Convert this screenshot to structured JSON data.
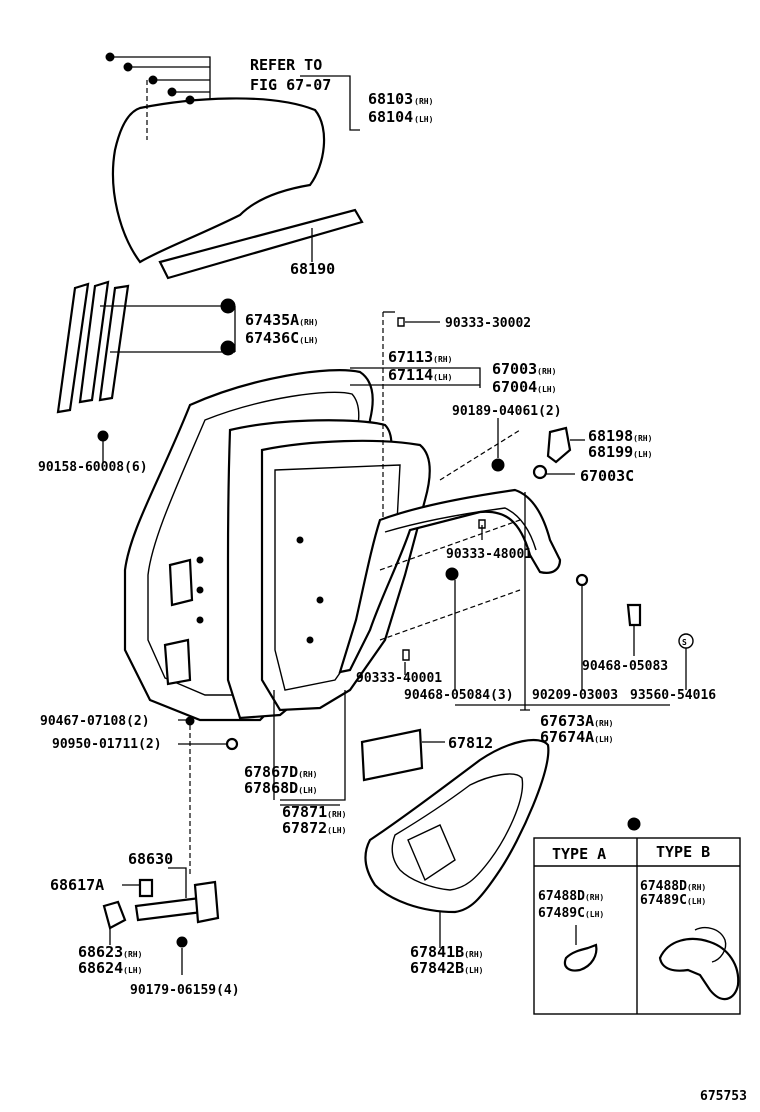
{
  "diagram": {
    "refer_line1": "REFER TO",
    "refer_line2": "FIG 67-07",
    "figure_id": "675753",
    "labels": {
      "p68103": "68103",
      "p68104": "68104",
      "p68190": "68190",
      "p67435": "67435",
      "p67436": "67436",
      "p67435_suffix": "A",
      "p67436_suffix": "C",
      "p90333_30002": "90333-30002",
      "p67113": "67113",
      "p67114": "67114",
      "p67003": "67003",
      "p67004": "67004",
      "p90189": "90189-04061(2)",
      "p68198": "68198",
      "p68199": "68199",
      "p67003c": "67003C",
      "p90158": "90158-60008(6)",
      "p90333_48001": "90333-48001",
      "p90468_05083": "90468-05083",
      "p90333_40001": "90333-40001",
      "p90468_05084": "90468-05084(3)",
      "p90209": "90209-03003",
      "p93560": "93560-54016",
      "p67673": "67673A",
      "p67674": "67674A",
      "p90467": "90467-07108(2)",
      "p90950": "90950-01711(2)",
      "p67812": "67812",
      "p67867": "67867D",
      "p67868": "67868D",
      "p67871": "67871",
      "p67872": "67872",
      "p68630": "68630",
      "p68617": "68617A",
      "p68623": "68623",
      "p68624": "68624",
      "p90179": "90179-06159(4)",
      "p67841": "67841B",
      "p67842": "67842B",
      "type_a": "TYPE A",
      "type_b": "TYPE B",
      "p67488_a": "67488D",
      "p67489_a": "67489C",
      "p67488_b": "67488D",
      "p67489_b": "67489C",
      "s_mark": "S"
    },
    "sides": {
      "rh": "(RH)",
      "lh": "(LH)"
    }
  }
}
